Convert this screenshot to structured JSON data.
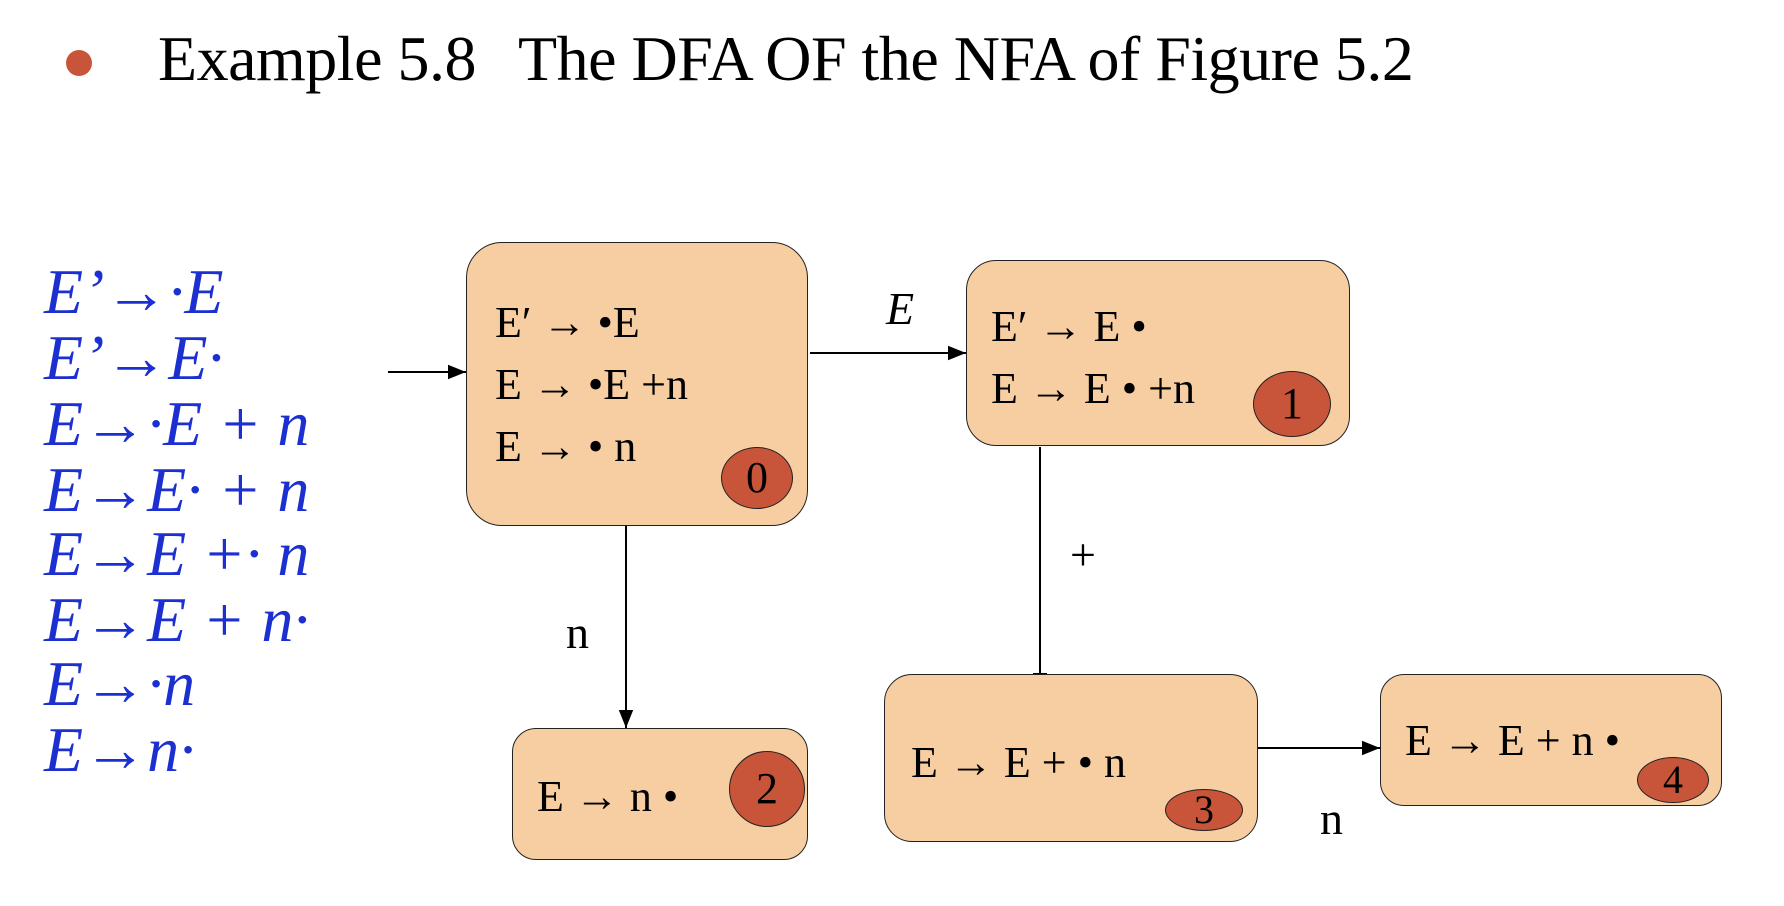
{
  "title": {
    "part1": "Example 5.8",
    "part2": "The DFA OF  the NFA of Figure 5.2"
  },
  "productions": [
    "E’→·E",
    "E’→E·",
    "E→·E + n",
    "E→E· + n",
    "E→E +· n",
    "E→E + n·",
    "E→·n",
    "E→n·"
  ],
  "states": [
    {
      "number": "0",
      "items": [
        "E′ → •E",
        "E → •E +n",
        "E → • n"
      ]
    },
    {
      "number": "1",
      "items": [
        "E′ → E •",
        "E → E • +n"
      ]
    },
    {
      "number": "2",
      "items": [
        "E → n •"
      ]
    },
    {
      "number": "3",
      "items": [
        "E → E + • n"
      ]
    },
    {
      "number": "4",
      "items": [
        "E → E + n •"
      ]
    }
  ],
  "transitions": [
    {
      "from": "start",
      "to": "0",
      "symbol": ""
    },
    {
      "from": "0",
      "to": "1",
      "symbol": "E"
    },
    {
      "from": "0",
      "to": "2",
      "symbol": "n"
    },
    {
      "from": "1",
      "to": "3",
      "symbol": "+"
    },
    {
      "from": "3",
      "to": "4",
      "symbol": "n"
    }
  ],
  "colors": {
    "state_fill": "#f7cda2",
    "state_number_fill": "#c8553a",
    "production_text": "#1c2fd0",
    "bullet": "#c8553a"
  }
}
